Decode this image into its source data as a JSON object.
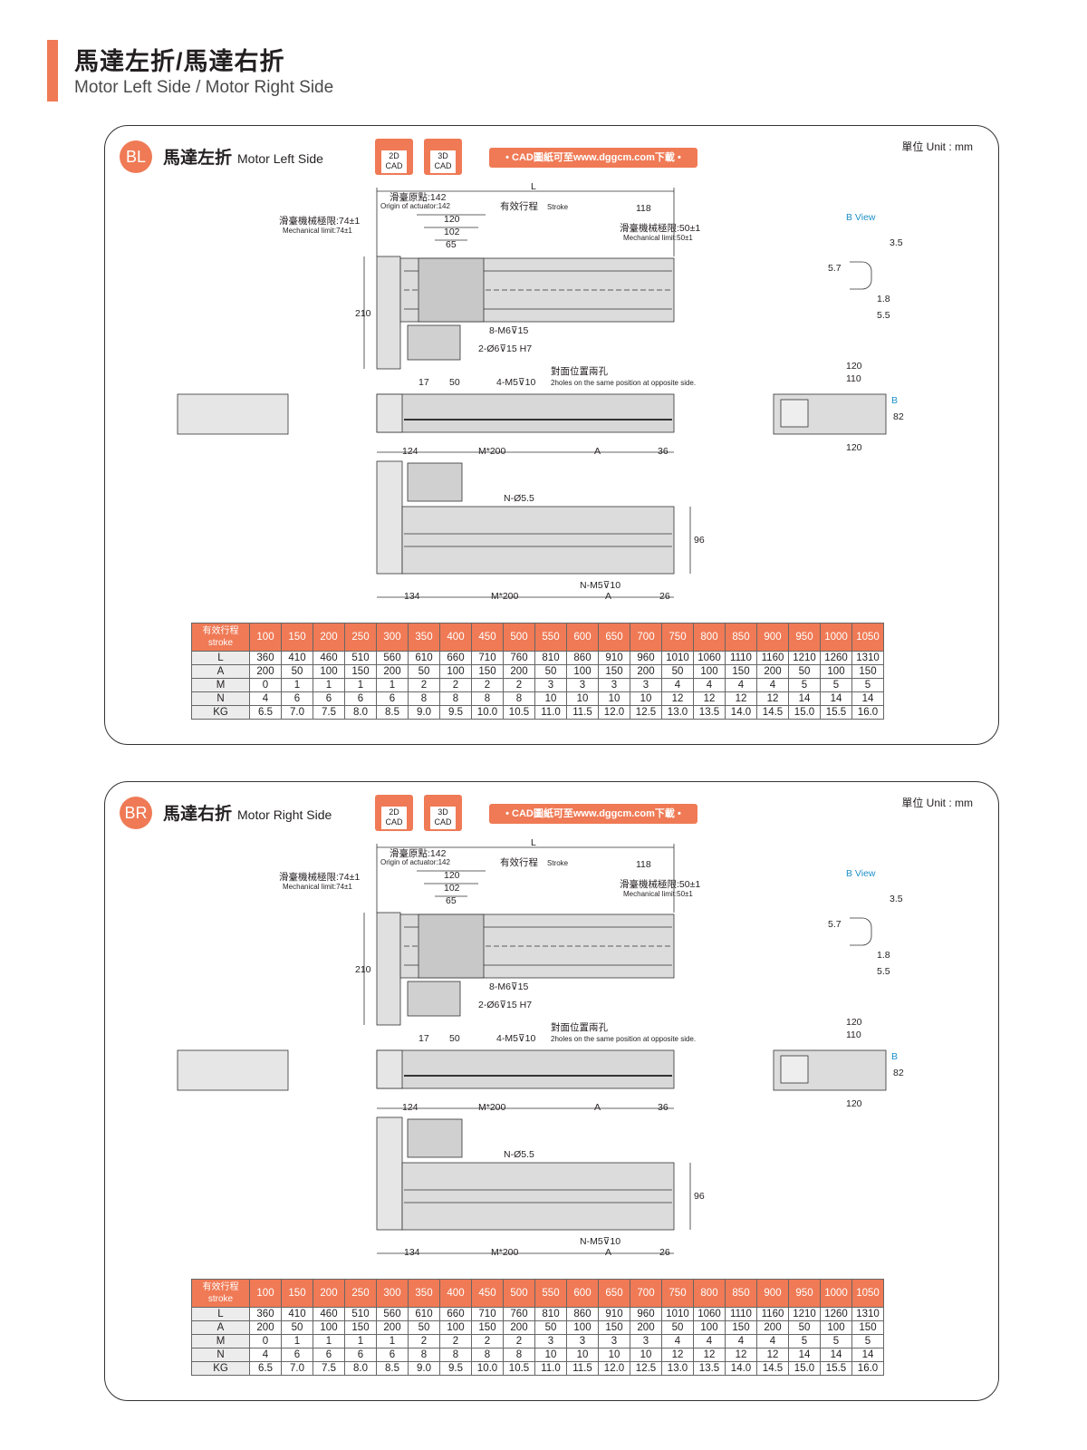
{
  "header": {
    "title_zh": "馬達左折/馬達右折",
    "title_en": "Motor Left Side / Motor Right Side"
  },
  "panels": [
    {
      "badge": "BL",
      "title_zh": "馬達左折",
      "title_en": "Motor Left Side",
      "unit": "單位 Unit : mm",
      "cad_2d": "2D\nCAD",
      "cad_3d": "3D\nCAD",
      "cad_link": "• CAD圖紙可至www.dggcm.com下載 •",
      "labels": {
        "L": "L",
        "origin_zh": "滑臺原點:142",
        "origin_en": "Origin of actuator:142",
        "stroke_zh": "有效行程",
        "stroke_en": "Stroke",
        "d118": "118",
        "mech74_zh": "滑臺機械極限:74±1",
        "mech74_en": "Mechanical limit:74±1",
        "mech50_zh": "滑臺機械極限:50±1",
        "mech50_en": "Mechanical limit:50±1",
        "d120": "120",
        "d102": "102",
        "d65": "65",
        "d210": "210",
        "m6": "8-M6⊽15",
        "hole6": "2-Ø6⊽15 H7",
        "d17": "17",
        "d50": "50",
        "m5": "4-M5⊽10",
        "opp_zh": "對面位置兩孔",
        "opp_en": "2holes on the same position at opposite side.",
        "d124": "124",
        "m200": "M*200",
        "A": "A",
        "d36": "36",
        "n55": "N-Ø5.5",
        "d96": "96",
        "nm5": "N-M5⊽10",
        "d134": "134",
        "d26": "26",
        "bview": "B  View",
        "d35": "3.5",
        "d57": "5.7",
        "d18": "1.8",
        "d55": "5.5",
        "d110": "110",
        "d82": "82",
        "B": "B"
      }
    },
    {
      "badge": "BR",
      "title_zh": "馬達右折",
      "title_en": "Motor Right Side",
      "unit": "單位 Unit : mm",
      "cad_2d": "2D\nCAD",
      "cad_3d": "3D\nCAD",
      "cad_link": "• CAD圖紙可至www.dggcm.com下載 •",
      "labels": {
        "L": "L",
        "origin_zh": "滑臺原點:142",
        "origin_en": "Origin of actuator:142",
        "stroke_zh": "有效行程",
        "stroke_en": "Stroke",
        "d118": "118",
        "mech74_zh": "滑臺機械極限:74±1",
        "mech74_en": "Mechanical limit:74±1",
        "mech50_zh": "滑臺機械極限:50±1",
        "mech50_en": "Mechanical limit:50±1",
        "d120": "120",
        "d102": "102",
        "d65": "65",
        "d210": "210",
        "m6": "8-M6⊽15",
        "hole6": "2-Ø6⊽15 H7",
        "d17": "17",
        "d50": "50",
        "m5": "4-M5⊽10",
        "opp_zh": "對面位置兩孔",
        "opp_en": "2holes on the same position at opposite side.",
        "d124": "124",
        "m200": "M*200",
        "A": "A",
        "d36": "36",
        "n55": "N-Ø5.5",
        "d96": "96",
        "nm5": "N-M5⊽10",
        "d134": "134",
        "d26": "26",
        "bview": "B  View",
        "d35": "3.5",
        "d57": "5.7",
        "d18": "1.8",
        "d55": "5.5",
        "d110": "110",
        "d82": "82",
        "B": "B"
      }
    }
  ],
  "table": {
    "corner_zh": "有效行程",
    "corner_en": "stroke",
    "strokes": [
      "100",
      "150",
      "200",
      "250",
      "300",
      "350",
      "400",
      "450",
      "500",
      "550",
      "600",
      "650",
      "700",
      "750",
      "800",
      "850",
      "900",
      "950",
      "1000",
      "1050"
    ],
    "rows": [
      {
        "label": "L",
        "values": [
          "360",
          "410",
          "460",
          "510",
          "560",
          "610",
          "660",
          "710",
          "760",
          "810",
          "860",
          "910",
          "960",
          "1010",
          "1060",
          "1110",
          "1160",
          "1210",
          "1260",
          "1310"
        ]
      },
      {
        "label": "A",
        "values": [
          "200",
          "50",
          "100",
          "150",
          "200",
          "50",
          "100",
          "150",
          "200",
          "50",
          "100",
          "150",
          "200",
          "50",
          "100",
          "150",
          "200",
          "50",
          "100",
          "150"
        ]
      },
      {
        "label": "M",
        "values": [
          "0",
          "1",
          "1",
          "1",
          "1",
          "2",
          "2",
          "2",
          "2",
          "3",
          "3",
          "3",
          "3",
          "4",
          "4",
          "4",
          "4",
          "5",
          "5",
          "5"
        ]
      },
      {
        "label": "N",
        "values": [
          "4",
          "6",
          "6",
          "6",
          "6",
          "8",
          "8",
          "8",
          "8",
          "10",
          "10",
          "10",
          "10",
          "12",
          "12",
          "12",
          "12",
          "14",
          "14",
          "14"
        ]
      },
      {
        "label": "KG",
        "values": [
          "6.5",
          "7.0",
          "7.5",
          "8.0",
          "8.5",
          "9.0",
          "9.5",
          "10.0",
          "10.5",
          "11.0",
          "11.5",
          "12.0",
          "12.5",
          "13.0",
          "13.5",
          "14.0",
          "14.5",
          "15.0",
          "15.5",
          "16.0"
        ]
      }
    ]
  },
  "colors": {
    "accent": "#ef7a55",
    "body": "#d9d9d9",
    "line": "#333333",
    "blue": "#1e90c8"
  }
}
